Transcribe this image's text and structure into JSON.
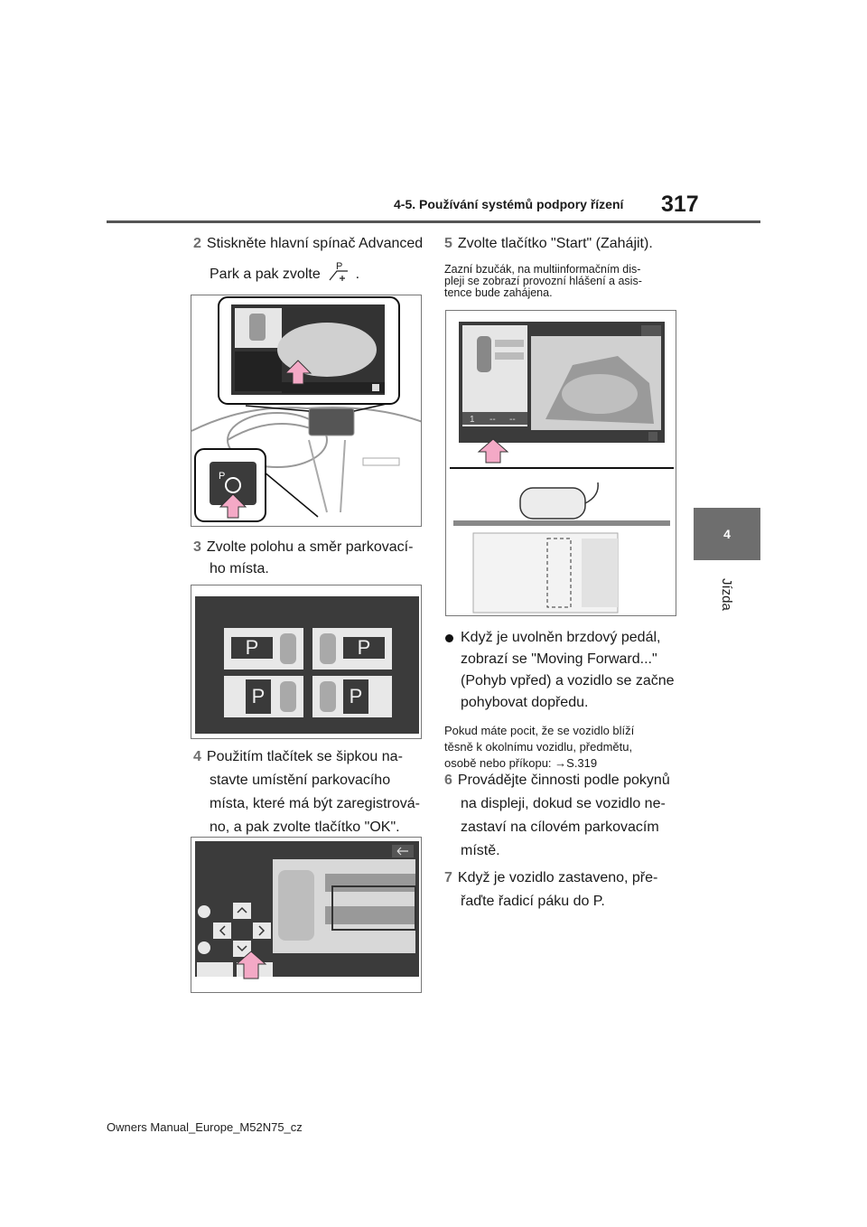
{
  "header": {
    "section": "4-5. Používání systémů podpory řízení",
    "page_number": "317"
  },
  "chapter_tab": {
    "number": "4",
    "title": "Jízda"
  },
  "left_column": {
    "step2": {
      "num": "2",
      "text_line1": "Stiskněte hlavní spínač Advanced",
      "text_line2": "Park a pak zvolte",
      "icon_letter": "P"
    },
    "step3": {
      "num": "3",
      "text_line1": "Zvolte polohu a směr parkovací-",
      "text_line2": "ho místa."
    },
    "step3_figure": {
      "p_label": "P"
    },
    "step4": {
      "num": "4",
      "lines": [
        "Použitím tlačítek se šipkou na-",
        "stavte umístění parkovacího",
        "místa, které má být zaregistrová-",
        "no, a pak zvolte tlačítko \"OK\"."
      ]
    }
  },
  "right_column": {
    "step5": {
      "num": "5",
      "text": "Zvolte tlačítko \"Start\" (Zahájit)."
    },
    "step5_note": [
      "Zazní bzučák, na multiinformačním dis-",
      "pleji se zobrazí provozní hlášení a asis-",
      "tence bude zahájena."
    ],
    "step5_figure": {
      "digit": "1",
      "dash": "--"
    },
    "bullet": [
      "Když je uvolněn brzdový pedál,",
      "zobrazí se \"Moving Forward...\"",
      "(Pohyb vpřed) a vozidlo se začne",
      "pohybovat dopředu."
    ],
    "bullet_note": [
      "Pokud máte pocit, že se vozidlo blíží",
      "těsně k okolnímu vozidlu, předmětu,",
      "osobě nebo příkopu: →S.319"
    ],
    "step6": {
      "num": "6",
      "lines": [
        "Provádějte činnosti podle pokynů",
        "na displeji, dokud se vozidlo ne-",
        "zastaví na cílovém parkovacím",
        "místě."
      ]
    },
    "step7": {
      "num": "7",
      "lines": [
        "Když je vozidlo zastaveno, pře-",
        "řaďte řadicí páku do P."
      ]
    }
  },
  "footer": {
    "text": "Owners Manual_Europe_M52N75_cz"
  },
  "colors": {
    "accent_pink": "#f4a9c6",
    "tab_gray": "#6e6e6e",
    "screen_dark": "#3b3b3b"
  }
}
